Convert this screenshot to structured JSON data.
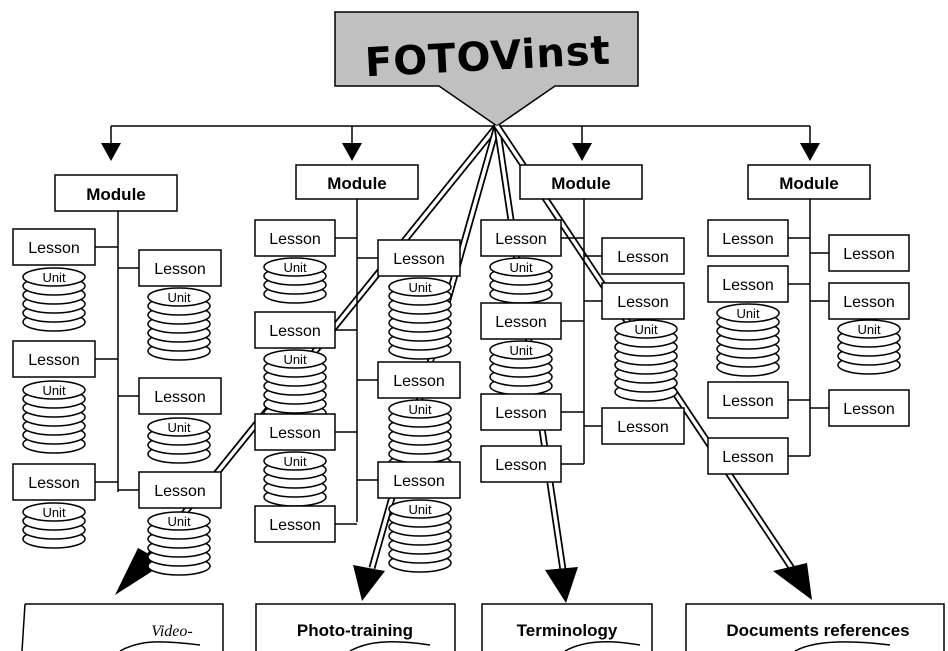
{
  "title": "FOTOVinst",
  "colors": {
    "title_box": "#c0c0c0",
    "line": "#000000",
    "background": "#ffffff"
  },
  "modules": [
    {
      "label": "Module",
      "lessons_left": [
        {
          "label": "Lesson",
          "unit": "Unit"
        },
        {
          "label": "Lesson",
          "unit": "Unit"
        },
        {
          "label": "Lesson",
          "unit": "Unit"
        }
      ],
      "lessons_right": [
        {
          "label": "Lesson",
          "unit": "Unit"
        },
        {
          "label": "Lesson",
          "unit": "Unit"
        },
        {
          "label": "Lesson",
          "unit": "Unit"
        }
      ]
    },
    {
      "label": "Module",
      "lessons_left": [
        {
          "label": "Lesson",
          "unit": "Unit"
        },
        {
          "label": "Lesson",
          "unit": "Unit"
        },
        {
          "label": "Lesson",
          "unit": "Unit"
        },
        {
          "label": "Lesson",
          "unit": null
        }
      ],
      "lessons_right": [
        {
          "label": "Lesson",
          "unit": "Unit"
        },
        {
          "label": "Lesson",
          "unit": "Unit"
        },
        {
          "label": "Lesson",
          "unit": "Unit"
        }
      ]
    },
    {
      "label": "Module",
      "lessons_left": [
        {
          "label": "Lesson",
          "unit": "Unit"
        },
        {
          "label": "Lesson",
          "unit": "Unit"
        },
        {
          "label": "Lesson",
          "unit": null
        },
        {
          "label": "Lesson",
          "unit": null
        }
      ],
      "lessons_right": [
        {
          "label": "Lesson",
          "unit": null
        },
        {
          "label": "Lesson",
          "unit": "Unit"
        },
        {
          "label": "Lesson",
          "unit": null
        }
      ]
    },
    {
      "label": "Module",
      "lessons_left": [
        {
          "label": "Lesson",
          "unit": null
        },
        {
          "label": "Lesson",
          "unit": "Unit"
        },
        {
          "label": "Lesson",
          "unit": null
        },
        {
          "label": "Lesson",
          "unit": null
        }
      ],
      "lessons_right": [
        {
          "label": "Lesson",
          "unit": null
        },
        {
          "label": "Lesson",
          "unit": "Unit"
        },
        {
          "label": "Lesson",
          "unit": null
        }
      ]
    }
  ],
  "resources": [
    {
      "label": "Video-"
    },
    {
      "label": "Photo-training"
    },
    {
      "label": "Terminology"
    },
    {
      "label": "Documents references"
    }
  ]
}
